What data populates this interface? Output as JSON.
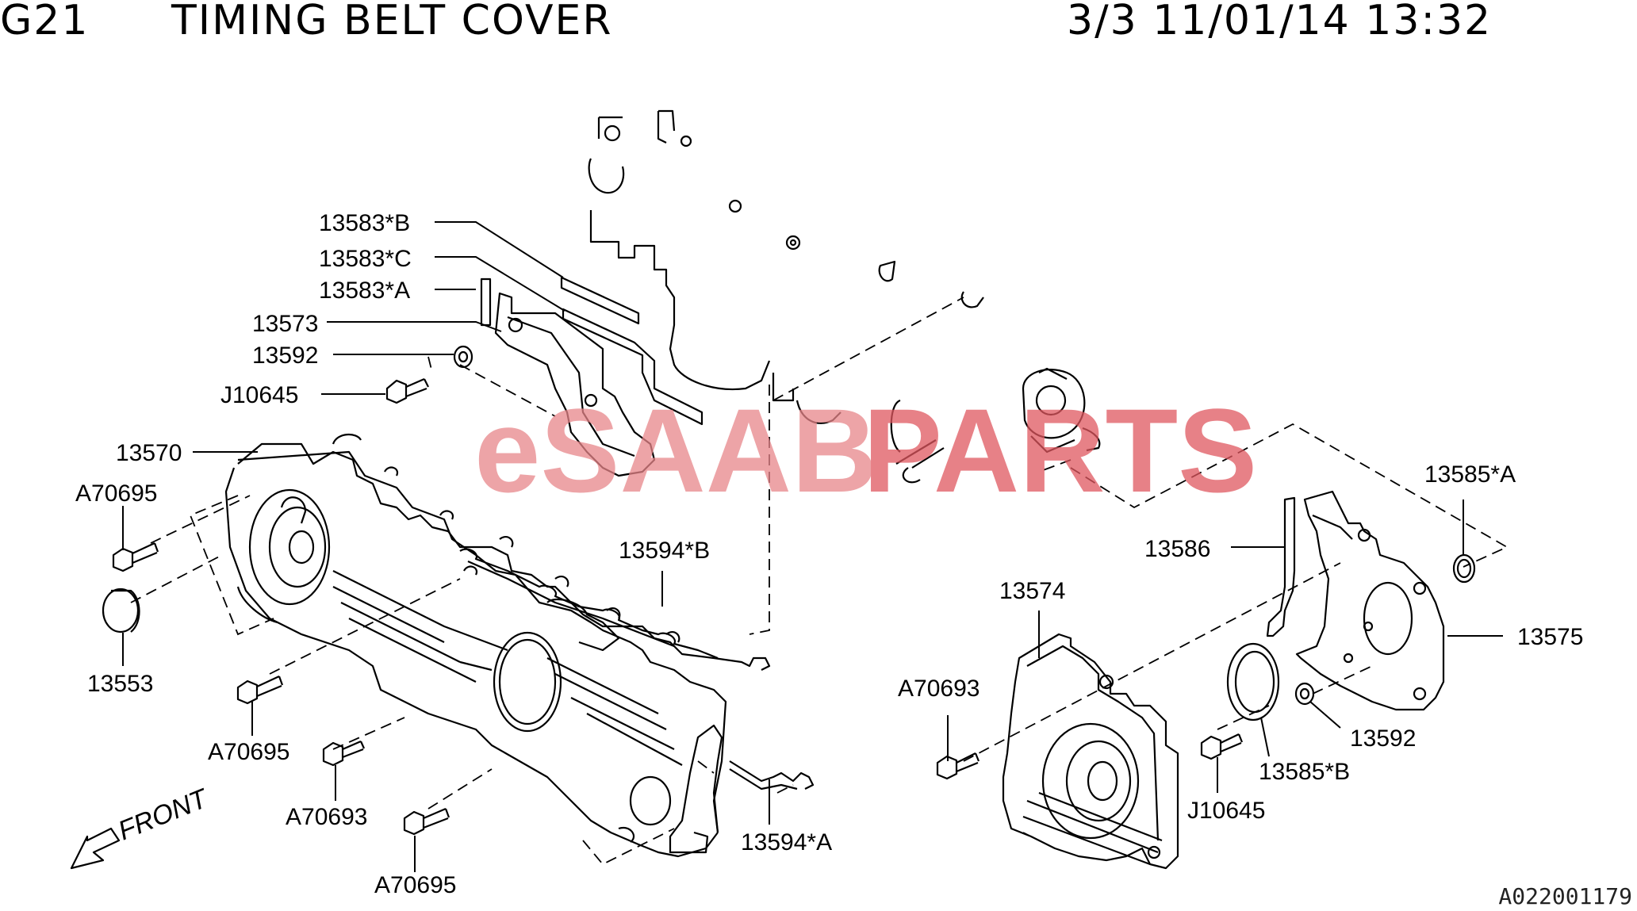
{
  "header": {
    "code": "G21",
    "title": "TIMING BELT COVER",
    "page_date": "3/3 11/01/14 13:32"
  },
  "watermark": {
    "part1": "eSAAB",
    "part2": "PARTS",
    "color1": "#e8868a",
    "color2": "#e0575f"
  },
  "front_label": "FRONT",
  "reference_id": "A022001179",
  "callouts": {
    "c13583B": "13583*B",
    "c13583C": "13583*C",
    "c13583A": "13583*A",
    "c13573": "13573",
    "c13592a": "13592",
    "cJ10645a": "J10645",
    "c13570": "13570",
    "cA70695a": "A70695",
    "c13553": "13553",
    "c13594B": "13594*B",
    "cA70695b": "A70695",
    "cA70693a": "A70693",
    "cA70695c": "A70695",
    "c13594A": "13594*A",
    "c13585A": "13585*A",
    "c13586": "13586",
    "c13574": "13574",
    "c13575": "13575",
    "cA70693b": "A70693",
    "c13592b": "13592",
    "c13585B": "13585*B",
    "cJ10645b": "J10645"
  }
}
